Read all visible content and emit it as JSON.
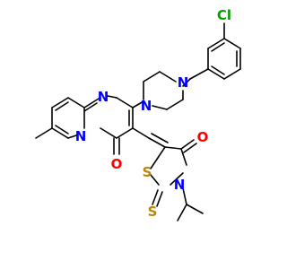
{
  "molecule": {
    "colors": {
      "bond": "#000000",
      "N": "#0000ff",
      "O": "#ff0000",
      "S": "#b8860b",
      "Cl": "#00a000"
    },
    "atoms": {
      "cl": "Cl",
      "n_pip_top": "N",
      "n_pip_bottom": "N",
      "n_pyrim": "N",
      "n_bridge": "N",
      "o_pyridone": "O",
      "o_thiazol": "O",
      "s_ring": "S",
      "s_thione": "S",
      "n_thiazol": "N"
    }
  }
}
